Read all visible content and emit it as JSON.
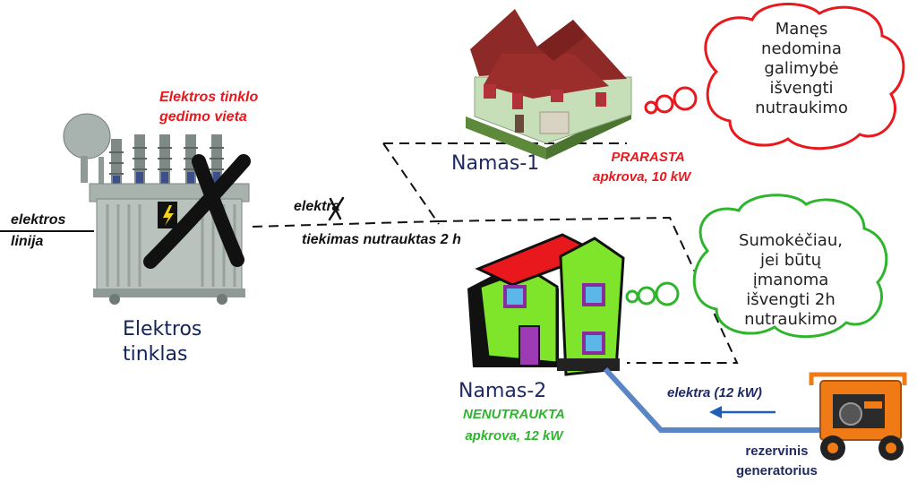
{
  "fault": {
    "line1": "Elektros tinklo",
    "line2": "gedimo vieta"
  },
  "line_label": {
    "line1": "elektros",
    "line2": "linija"
  },
  "grid": {
    "line1": "Elektros",
    "line2": "tinklas"
  },
  "supply": {
    "word": "elektra",
    "interrupted": "tiekimas nutrauktas 2 h"
  },
  "house1": {
    "name": "Namas-1",
    "status1": "PRARASTA",
    "status2": "apkrova, 10 kW",
    "thought": [
      "Manęs",
      "nedomina",
      "galimybė",
      "išvengti",
      "nutraukimo"
    ]
  },
  "house2": {
    "name": "Namas-2",
    "status1": "NENUTRAUKTA",
    "status2": "apkrova, 12 kW",
    "thought": [
      "Sumokėčiau,",
      "jei būtų",
      "įmanoma",
      "išvengti 2h",
      "nutraukimo"
    ]
  },
  "generator": {
    "flow": "elektra (12  kW)",
    "line1": "rezervinis",
    "line2": "generatorius"
  },
  "colors": {
    "fault_text": "#e8181d",
    "ok_text": "#2fb52d",
    "house2_wall": "#7fe52a",
    "house2_roof": "#e8181d",
    "cloud1": "#e8181d",
    "cloud2": "#2fb52d",
    "feed_line": "#5b86c6",
    "arrow": "#1f5fb5"
  }
}
